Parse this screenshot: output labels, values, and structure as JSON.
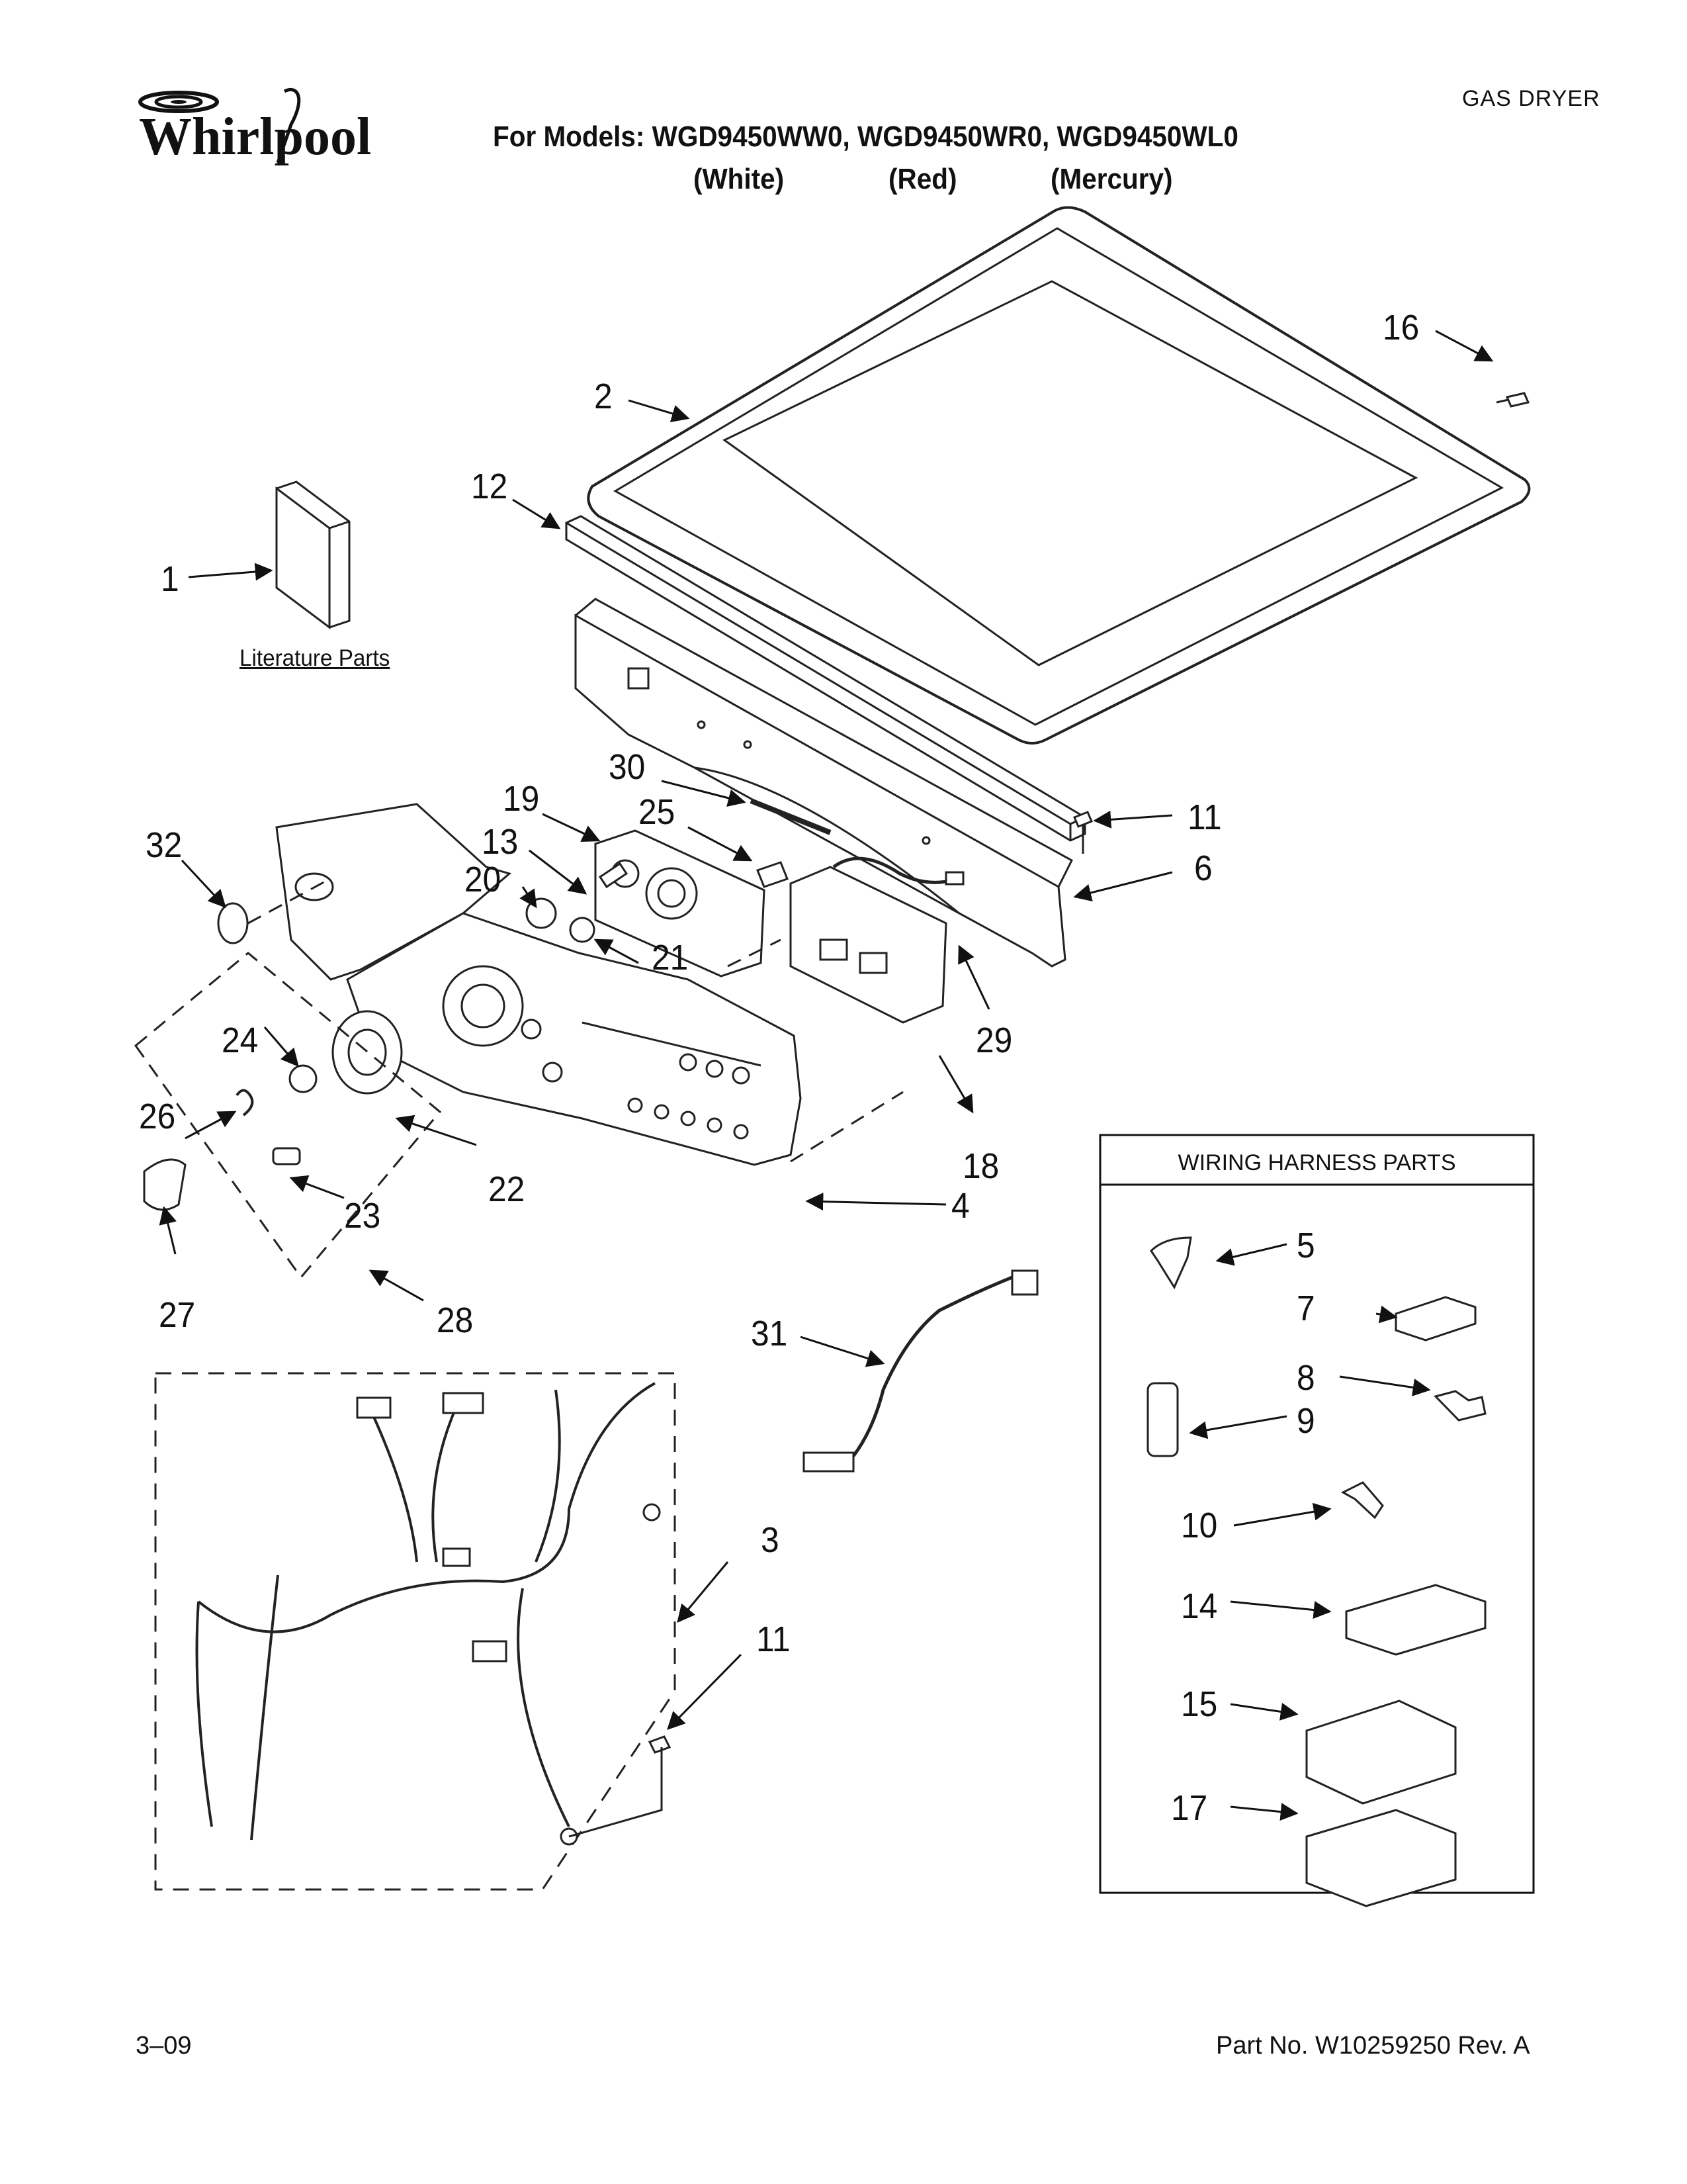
{
  "header": {
    "brand": "Whirlpool",
    "category": "GAS DRYER",
    "models_line": "For Models: WGD9450WW0, WGD9450WR0, WGD9450WL0",
    "variants": [
      "(White)",
      "(Red)",
      "(Mercury)"
    ]
  },
  "labels": {
    "literature": "Literature Parts",
    "wiring_box_title": "WIRING HARNESS PARTS"
  },
  "callouts": [
    "1",
    "2",
    "3",
    "4",
    "5",
    "6",
    "7",
    "8",
    "9",
    "10",
    "11",
    "11",
    "12",
    "13",
    "14",
    "15",
    "16",
    "17",
    "18",
    "19",
    "20",
    "21",
    "22",
    "23",
    "24",
    "25",
    "26",
    "27",
    "28",
    "29",
    "30",
    "31",
    "32"
  ],
  "footer": {
    "date": "3–09",
    "part_no": "Part No. W10259250 Rev. A"
  }
}
